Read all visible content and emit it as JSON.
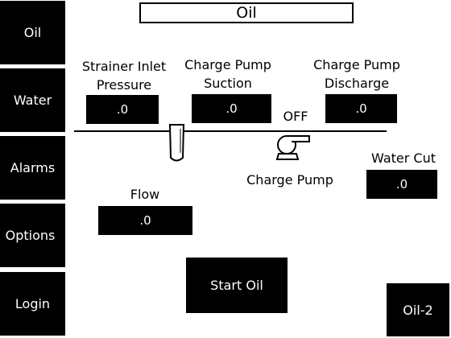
{
  "title": "Oil",
  "nav": {
    "oil": "Oil",
    "water": "Water",
    "alarms": "Alarms",
    "options": "Options",
    "login": "Login"
  },
  "labels": {
    "strainer_line1": "Strainer Inlet",
    "strainer_line2": "Pressure",
    "suction_line1": "Charge Pump",
    "suction_line2": "Suction",
    "discharge_line1": "Charge Pump",
    "discharge_line2": "Discharge",
    "pump_state": "OFF",
    "charge_pump": "Charge Pump",
    "water_cut": "Water Cut",
    "flow": "Flow"
  },
  "values": {
    "strainer_inlet_pressure": ".0",
    "charge_pump_suction": ".0",
    "charge_pump_discharge": ".0",
    "water_cut": ".0",
    "flow": ".0"
  },
  "buttons": {
    "start_oil": "Start Oil",
    "oil_2": "Oil-2"
  },
  "colors": {
    "background": "#ffffff",
    "panel": "#000000",
    "text_on_panel": "#ffffff"
  }
}
